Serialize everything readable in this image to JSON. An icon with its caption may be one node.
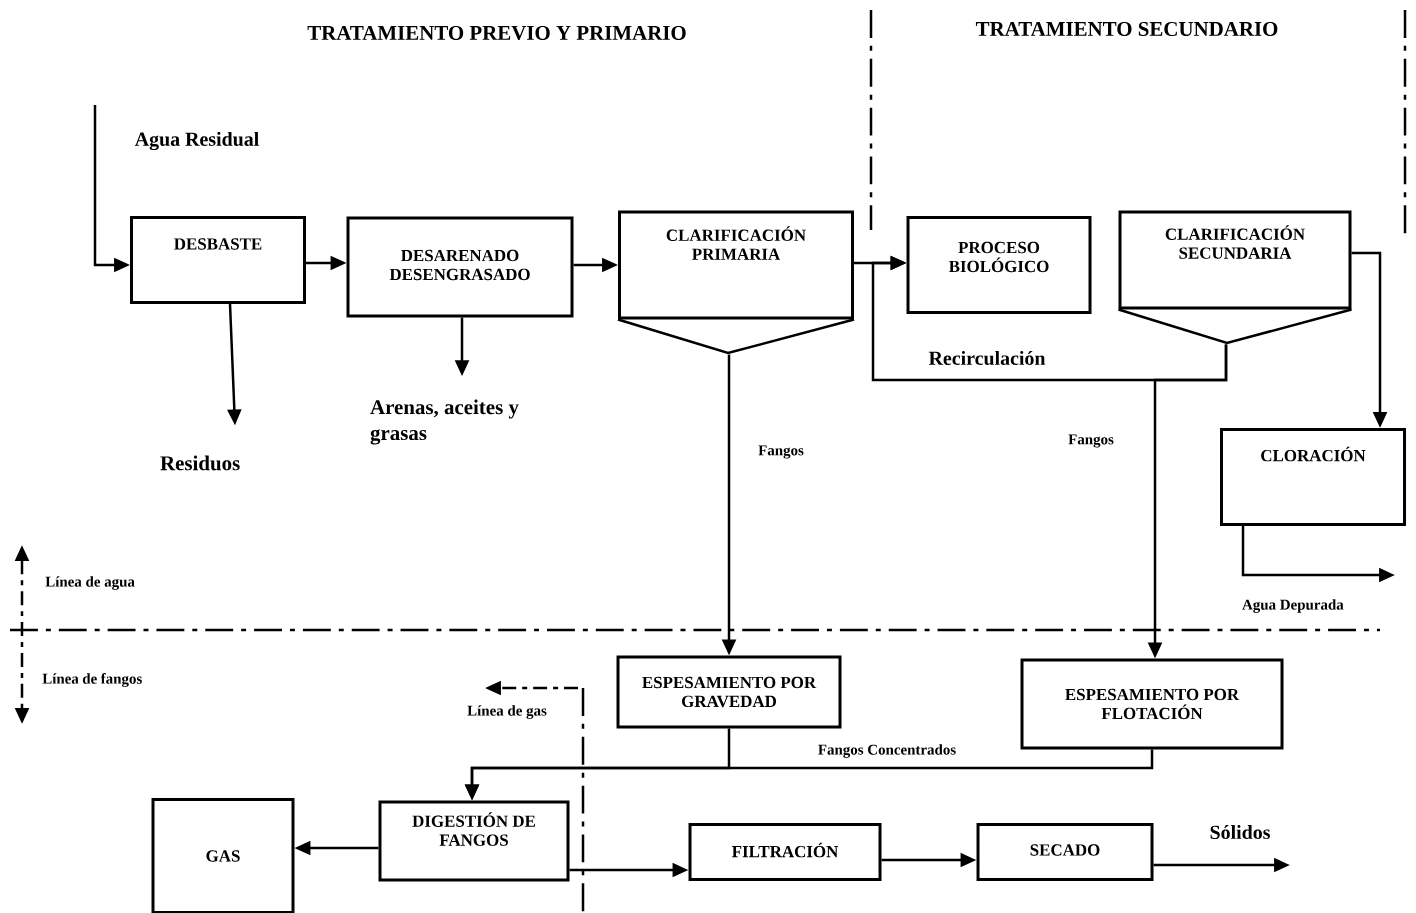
{
  "diagram": {
    "nodes": [
      {
        "text": [
          "DESBASTE"
        ]
      },
      {
        "text": [
          "DESARENADO DESENGRASADO"
        ]
      },
      {
        "text": [
          "CLARIFICACIÓN PRIMARIA"
        ]
      },
      {
        "text": [
          "PROCESO BIOLÓGICO"
        ]
      },
      {
        "text": [
          "CLARIFICACIÓN SECUNDARIA"
        ]
      },
      {
        "text": [
          "CLORACIÓN"
        ]
      },
      {
        "text": [
          "Residuos"
        ]
      },
      {
        "text": [
          "Arenas, aceites y grasas"
        ]
      },
      {
        "text": [
          "ESPESAMIENTO POR GRAVEDAD"
        ]
      },
      {
        "text": [
          "ESPESAMIENTO POR FLOTACIÓN"
        ]
      },
      {
        "text": [
          "GAS"
        ]
      },
      {
        "text": [
          "DIGESTIÓN DE FANGOS"
        ]
      },
      {
        "text": [
          "FILTRACIÓN"
        ]
      },
      {
        "text": [
          "SECADO"
        ]
      }
    ],
    "edges": [
      {
        "from": null,
        "to": 0,
        "arrow": "to",
        "label": "Agua Residual"
      },
      {
        "from": 0,
        "to": 1,
        "arrow": "to"
      },
      {
        "from": 1,
        "to": 2,
        "arrow": "to"
      },
      {
        "from": 2,
        "to": 3,
        "arrow": "to"
      },
      {
        "from": 4,
        "to": 3,
        "arrow": "to",
        "label": "Recirculación"
      },
      {
        "from": 4,
        "to": 5,
        "arrow": "to"
      },
      {
        "from": 5,
        "to": null,
        "arrow": "to",
        "label": "Agua Depurada"
      },
      {
        "from": 0,
        "to": 6,
        "arrow": "to"
      },
      {
        "from": 1,
        "to": 7,
        "arrow": "to"
      },
      {
        "from": 2,
        "to": 8,
        "arrow": "to",
        "label": "Fangos"
      },
      {
        "from": 4,
        "to": 9,
        "arrow": "to",
        "label": "Fangos"
      },
      {
        "from": 8,
        "to": 11,
        "arrow": "to"
      },
      {
        "from": 9,
        "to": 11,
        "arrow": "to",
        "label": "Fangos Concentrados"
      },
      {
        "from": 11,
        "to": 10,
        "arrow": "to"
      },
      {
        "from": 11,
        "to": 12,
        "arrow": "to"
      },
      {
        "from": 12,
        "to": 13,
        "arrow": "to"
      },
      {
        "from": 13,
        "to": null,
        "arrow": "to",
        "label": "Sólidos"
      }
    ],
    "labels": [
      "TRATAMIENTO PREVIO Y PRIMARIO",
      "TRATAMIENTO SECUNDARIO",
      "Línea de agua",
      "Línea de fangos",
      "Línea de gas"
    ]
  }
}
